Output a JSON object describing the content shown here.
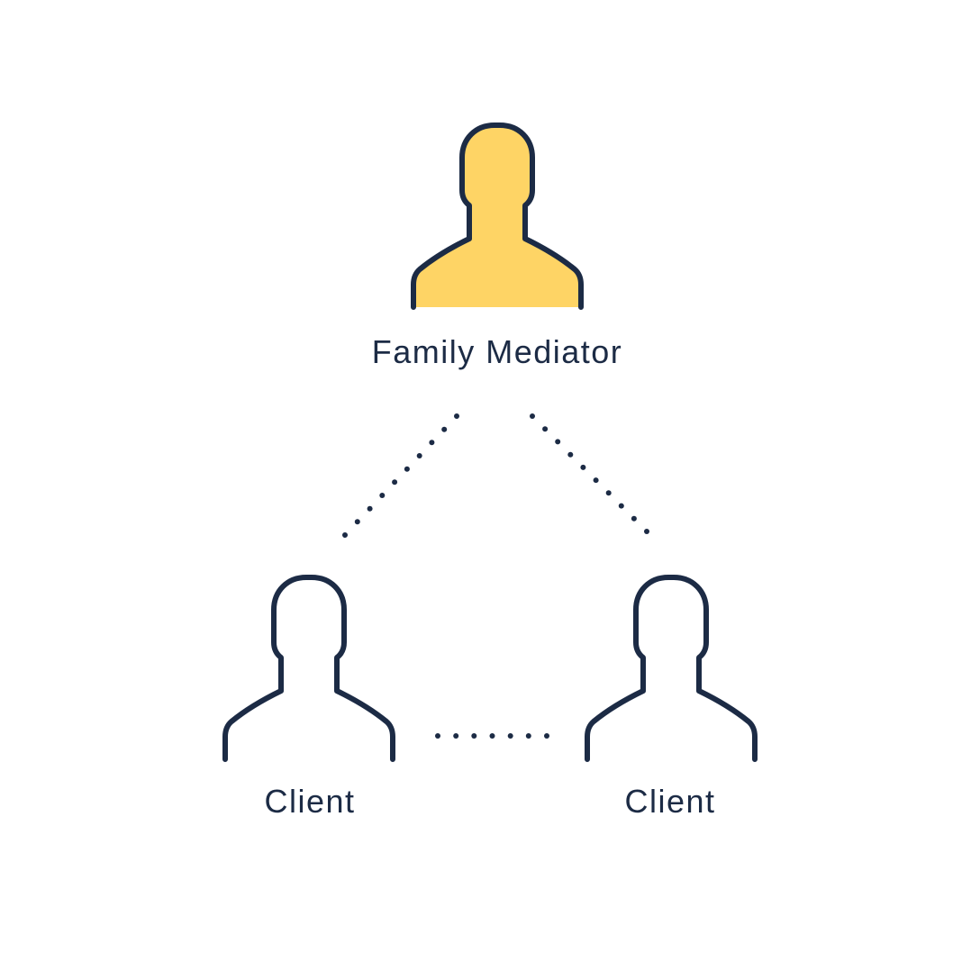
{
  "colors": {
    "ink": "#1c2b45",
    "mediator_fill": "#fed465",
    "background": "#ffffff"
  },
  "nodes": {
    "mediator": {
      "label": "Family Mediator",
      "icon": "person-icon",
      "highlighted": true
    },
    "client_left": {
      "label": "Client",
      "icon": "person-icon",
      "highlighted": false
    },
    "client_right": {
      "label": "Client",
      "icon": "person-icon",
      "highlighted": false
    }
  },
  "connections": [
    {
      "from": "mediator",
      "to": "client_left",
      "style": "dotted"
    },
    {
      "from": "mediator",
      "to": "client_right",
      "style": "dotted"
    },
    {
      "from": "client_left",
      "to": "client_right",
      "style": "dotted"
    }
  ]
}
